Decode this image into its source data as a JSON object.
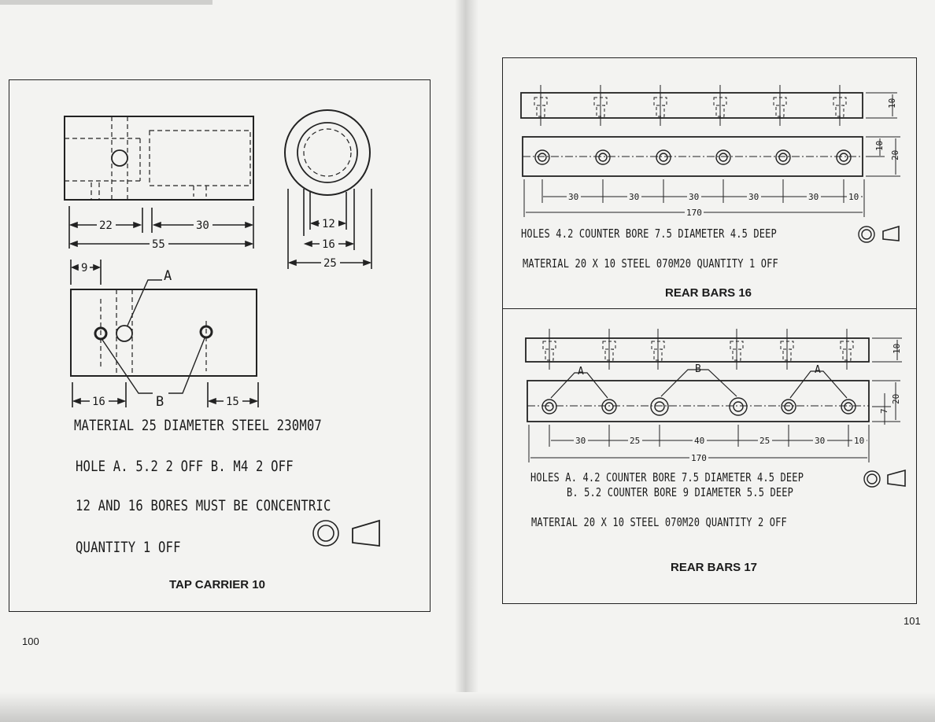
{
  "left_page": {
    "number": "100",
    "title": "TAP CARRIER 10",
    "notes": [
      "MATERIAL 25 DIAMETER STEEL 230M07",
      "HOLE A. 5.2  2 OFF   B. M4 2 OFF",
      "12 AND 16 BORES MUST BE CONCENTRIC",
      "QUANTITY 1 OFF"
    ],
    "dims": {
      "d22": "22",
      "d30": "30",
      "d55": "55",
      "d12": "12",
      "d16": "16",
      "d25": "25",
      "d9": "9",
      "d16b": "16",
      "d15": "15",
      "label_a": "A",
      "label_b": "B"
    }
  },
  "right_page": {
    "number": "101",
    "sections": [
      {
        "title": "REAR BARS 16",
        "holes": "HOLES 4.2 COUNTER BORE 7.5 DIAMETER 4.5 DEEP",
        "material": "MATERIAL 20 X 10 STEEL 070M20  QUANTITY 1 OFF",
        "dims": {
          "t1": "30",
          "t2": "30",
          "t3": "30",
          "t4": "30",
          "t5": "30",
          "t6": "10",
          "total": "170",
          "h10": "10",
          "v10": "10",
          "v20": "20"
        }
      },
      {
        "title": "REAR BARS 17",
        "holes_a": "HOLES A. 4.2 COUNTER BORE 7.5 DIAMETER 4.5 DEEP",
        "holes_b": "B. 5.2 COUNTER BORE 9 DIAMETER 5.5 DEEP",
        "material": "MATERIAL 20 X 10 STEEL 070M20   QUANTITY 2 OFF",
        "dims": {
          "t1": "30",
          "t2": "25",
          "t3": "40",
          "t4": "25",
          "t5": "30",
          "t6": "10",
          "total": "170",
          "h10": "10",
          "v7": "7",
          "v20": "20",
          "label_a1": "A",
          "label_b": "B",
          "label_a2": "A"
        }
      }
    ]
  }
}
